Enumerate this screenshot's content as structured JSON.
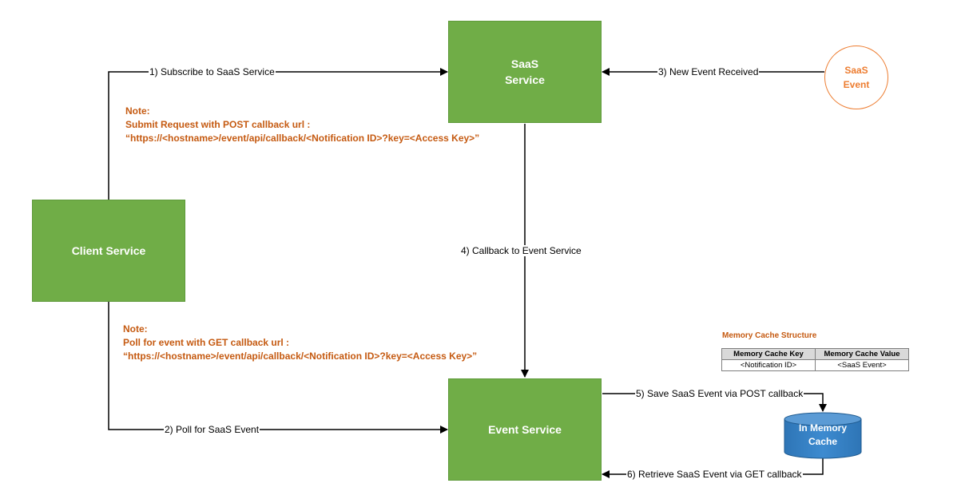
{
  "nodes": {
    "saas_service": "SaaS\nService",
    "client_service": "Client Service",
    "event_service": "Event Service",
    "saas_event": "SaaS\nEvent",
    "in_memory_cache": "In Memory\nCache"
  },
  "edges": {
    "subscribe": "1) Subscribe to SaaS Service",
    "poll": "2) Poll for SaaS Event",
    "new_event": "3) New Event Received",
    "callback": "4) Callback to Event Service",
    "save": "5) Save SaaS Event via POST callback",
    "retrieve": "6) Retrieve SaaS Event via GET callback"
  },
  "notes": {
    "post": {
      "title": "Note:",
      "line1": "Submit Request with POST callback url :",
      "line2": "“https://<hostname>/event/api/callback/<Notification ID>?key=<Access Key>”"
    },
    "get": {
      "title": "Note:",
      "line1": "Poll for event with GET callback url :",
      "line2": "“https://<hostname>/event/api/callback/<Notification ID>?key=<Access Key>”"
    }
  },
  "memory_cache": {
    "title": "Memory Cache Structure",
    "headers": [
      "Memory Cache Key",
      "Memory Cache Value"
    ],
    "row": [
      "<Notification ID>",
      "<SaaS Event>"
    ]
  },
  "colors": {
    "box_fill": "#70ad47",
    "note_text": "#c55a11",
    "event_circle": "#ed7d31",
    "cylinder": "#2e75b6"
  }
}
